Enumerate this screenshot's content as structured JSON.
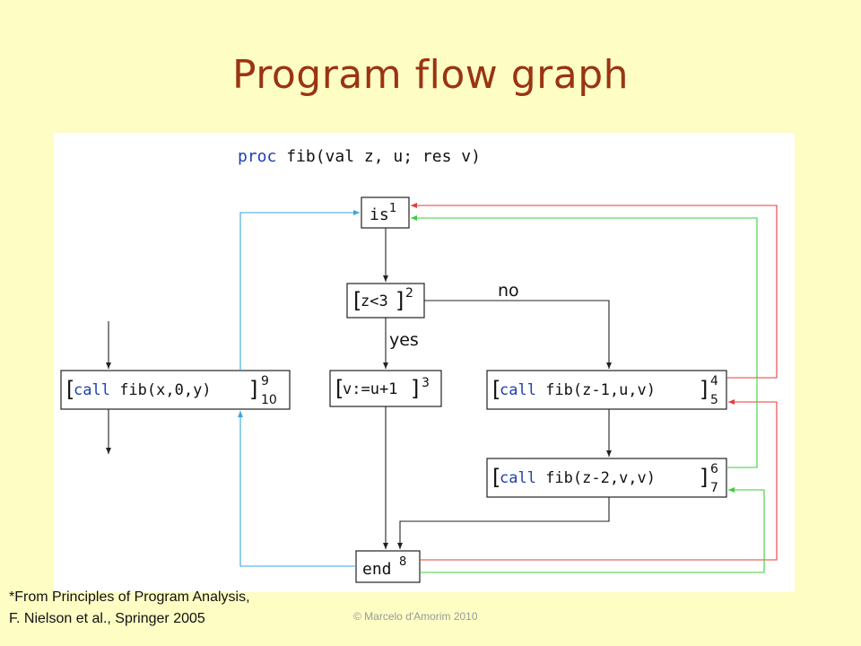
{
  "slide": {
    "title": "Program flow graph",
    "footnote_line1": "*From Principles of Program Analysis,",
    "footnote_line2": "F. Nielson et al., Springer 2005",
    "copyright": "© Marcelo d'Amorim 2010"
  },
  "colors": {
    "title": "#9a3412",
    "background": "#fdfdc4",
    "proc_keyword": "#1f3fb0",
    "call_keyword": "#1f3fb0",
    "call_edge": "#3aa6dd",
    "return_edge_red": "#e63c3c",
    "return_edge_green": "#3ccf3c"
  },
  "diagram": {
    "header": {
      "keyword": "proc",
      "signature": " fib(val z, u; res v)"
    },
    "nodes": {
      "is": {
        "text": "is",
        "label": "1"
      },
      "test": {
        "open": "[",
        "text": "z<3",
        "close": "]",
        "label": "2"
      },
      "assign": {
        "open": "[",
        "text": "v:=u+1",
        "close": "]",
        "label": "3"
      },
      "call_main": {
        "open": "[",
        "keyword": "call",
        "text": " fib(x,0,y)",
        "close": "]",
        "label_top": "9",
        "label_bottom": "10"
      },
      "call_1": {
        "open": "[",
        "keyword": "call",
        "text": " fib(z-1,u,v)",
        "close": "]",
        "label_top": "4",
        "label_bottom": "5"
      },
      "call_2": {
        "open": "[",
        "keyword": "call",
        "text": " fib(z-2,v,v)",
        "close": "]",
        "label_top": "6",
        "label_bottom": "7"
      },
      "end": {
        "text": "end",
        "label": "8"
      }
    },
    "edge_labels": {
      "no": "no",
      "yes": "yes"
    }
  }
}
